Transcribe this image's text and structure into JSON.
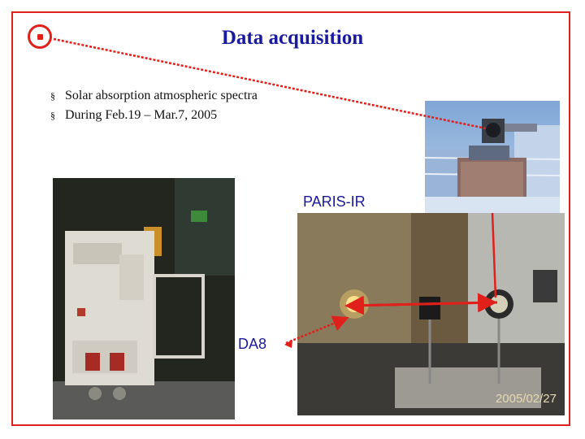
{
  "slide": {
    "title": "Data acquisition",
    "bullets": [
      "Solar absorption atmospheric spectra",
      "During Feb.19 – Mar.7, 2005"
    ],
    "bullet_symbol": "§"
  },
  "labels": {
    "paris_ir": "PARIS-IR",
    "da8": "DA8"
  },
  "photos": {
    "lab_photo_date": "2005/02/27"
  },
  "colors": {
    "title": "#1a1a9c",
    "accent_red": "#e0201a",
    "label_blue": "#1a1a9c"
  }
}
